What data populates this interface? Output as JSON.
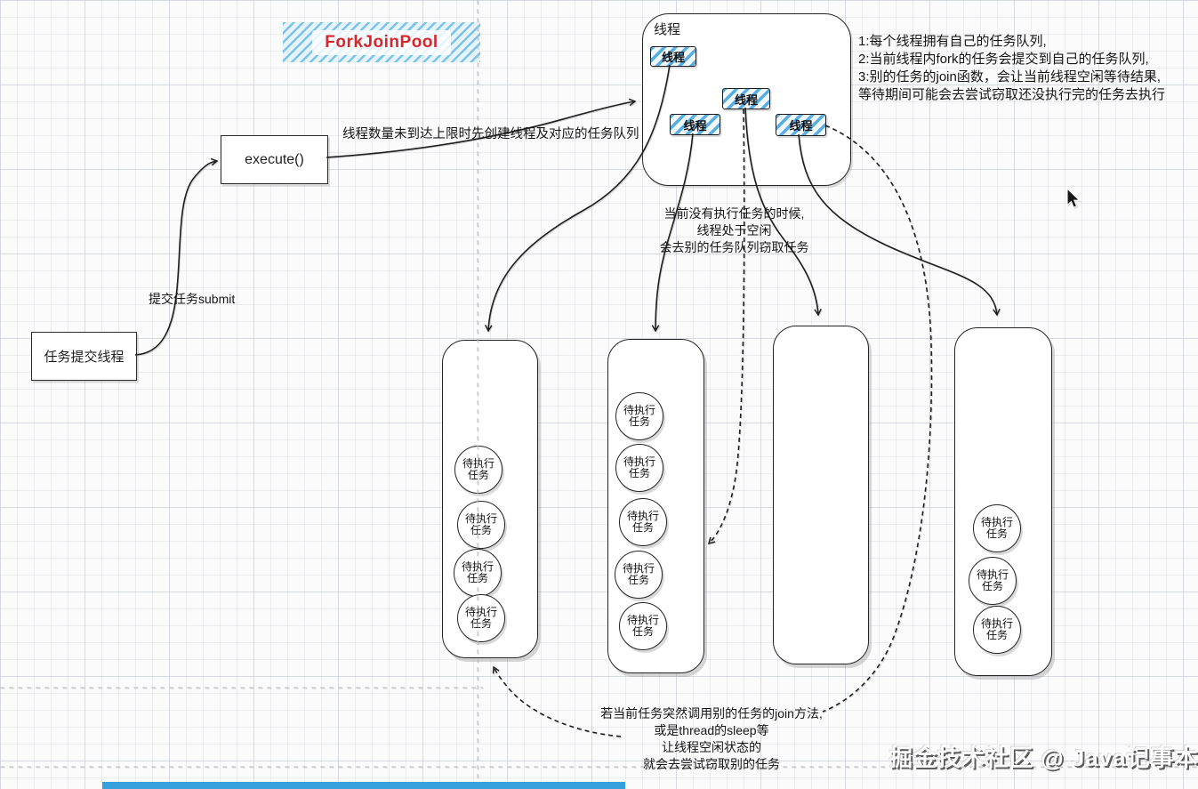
{
  "diagram": {
    "title": "ForkJoinPool",
    "execute_box": "execute()",
    "submitter_box": "任务提交线程",
    "submit_label": "提交任务submit",
    "create_label": "线程数量未到达上限时先创建线程及对应的任务队列",
    "pool": {
      "label": "线程",
      "threads": [
        "线程",
        "线程",
        "线程",
        "线程"
      ]
    },
    "notes_right": [
      "1:每个线程拥有自己的任务队列,",
      "2:当前线程内fork的任务会提交到自己的任务队列,",
      "3:别的任务的join函数，会让当前线程空闲等待结果,",
      "等待期间可能会去尝试窃取还没执行完的任务去执行"
    ],
    "idle_note": [
      "当前没有执行任务的时候,",
      "线程处于空闲",
      "会去别的任务队列窃取任务"
    ],
    "join_note": [
      "若当前任务突然调用别的任务的join方法,",
      "或是thread的sleep等",
      "让线程空闲状态的",
      "就会去尝试窃取别的任务"
    ],
    "task_label_line1": "待执行",
    "task_label_line2": "任务",
    "queues": [
      {
        "task_count": 4
      },
      {
        "task_count": 5
      },
      {
        "task_count": 0
      },
      {
        "task_count": 3
      }
    ],
    "watermark": "掘金技术社区 @ Java记事本",
    "colors": {
      "title_red": "#d8262b",
      "hatch_blue": "#58ade2",
      "ink": "#1e1e1e",
      "bottom_bar_blue": "#36a0dc"
    }
  }
}
